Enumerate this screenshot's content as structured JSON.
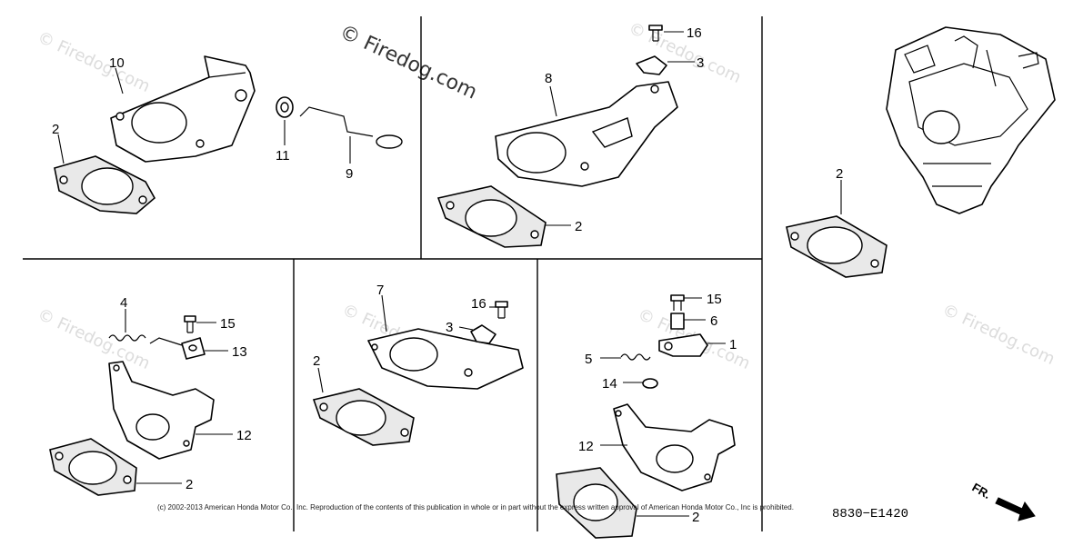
{
  "watermark": {
    "main": "© Firedog.com",
    "repeat": "© Firedog.com"
  },
  "callouts": {
    "p10": "10",
    "p2a": "2",
    "p11": "11",
    "p9": "9",
    "p16a": "16",
    "p3a": "3",
    "p8": "8",
    "p2b": "2",
    "p2c": "2",
    "p4": "4",
    "p15a": "15",
    "p13": "13",
    "p12a": "12",
    "p2d": "2",
    "p7": "7",
    "p16b": "16",
    "p3b": "3",
    "p2e": "2",
    "p15b": "15",
    "p6": "6",
    "p5": "5",
    "p1": "1",
    "p14": "14",
    "p12b": "12",
    "p2f": "2"
  },
  "copyright": "(c) 2002-2013 American Honda Motor Co., Inc. Reproduction of the contents of this publication in whole or in part without the express written approval of American Honda Motor Co., Inc is prohibited.",
  "diagram_code": "8830−E1420",
  "direction_label": "FR.",
  "icons": {
    "direction": "front-direction-arrow-icon"
  }
}
